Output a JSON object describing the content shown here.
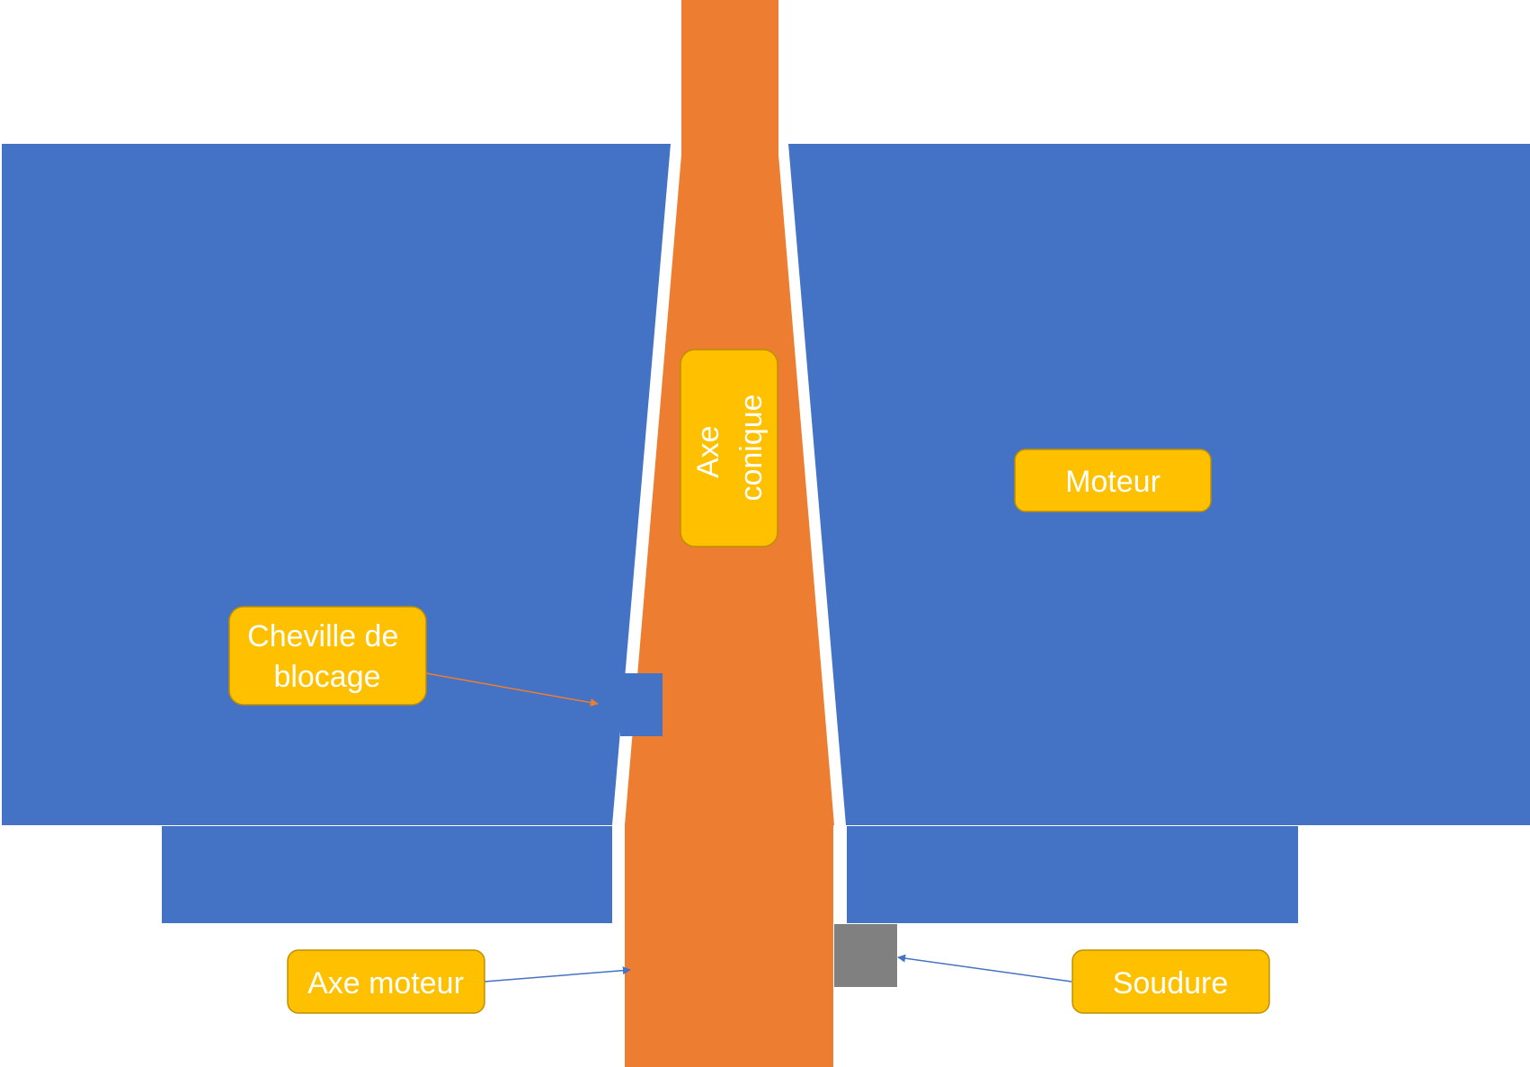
{
  "colors": {
    "motor": "#4472C4",
    "shaft": "#ED7D31",
    "label_fill": "#FFC000",
    "label_stroke": "#BF9000",
    "weld": "#808080",
    "arrow_orange": "#ED7D31",
    "arrow_blue": "#4472C4"
  },
  "labels": {
    "axe_conique_line1": "Axe",
    "axe_conique_line2": "conique",
    "moteur": "Moteur",
    "cheville_line1": "Cheville de",
    "cheville_line2": "blocage",
    "axe_moteur": "Axe moteur",
    "soudure": "Soudure"
  }
}
